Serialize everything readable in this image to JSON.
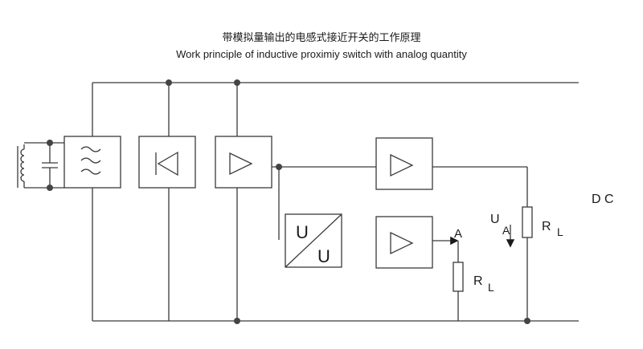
{
  "title": {
    "chinese": "带模拟量输出的电感式接近开关的工作原理",
    "english": "Work principle of inductive proximiy switch with analog quantity"
  },
  "labels": {
    "dc": "D C",
    "voltage_u": "U",
    "voltage_sub": "A",
    "load_r_main": "R",
    "load_r_main_sub": "L",
    "current_a": "A",
    "load_r_current": "R",
    "load_r_current_sub": "L",
    "converter_top": "U",
    "converter_bottom": "U"
  },
  "blocks": [
    {
      "id": "oscillator-coil",
      "icon": "coil-capacitor-icon"
    },
    {
      "id": "filter",
      "icon": "tilde-wave-icon"
    },
    {
      "id": "rectifier",
      "icon": "diode-icon"
    },
    {
      "id": "amplifier-1",
      "icon": "triangle-amplifier-icon"
    },
    {
      "id": "amplifier-voltage-out",
      "icon": "triangle-amplifier-icon"
    },
    {
      "id": "uu-converter",
      "icon": "u-u-converter-icon"
    },
    {
      "id": "amplifier-current-out",
      "icon": "triangle-amplifier-icon"
    }
  ]
}
